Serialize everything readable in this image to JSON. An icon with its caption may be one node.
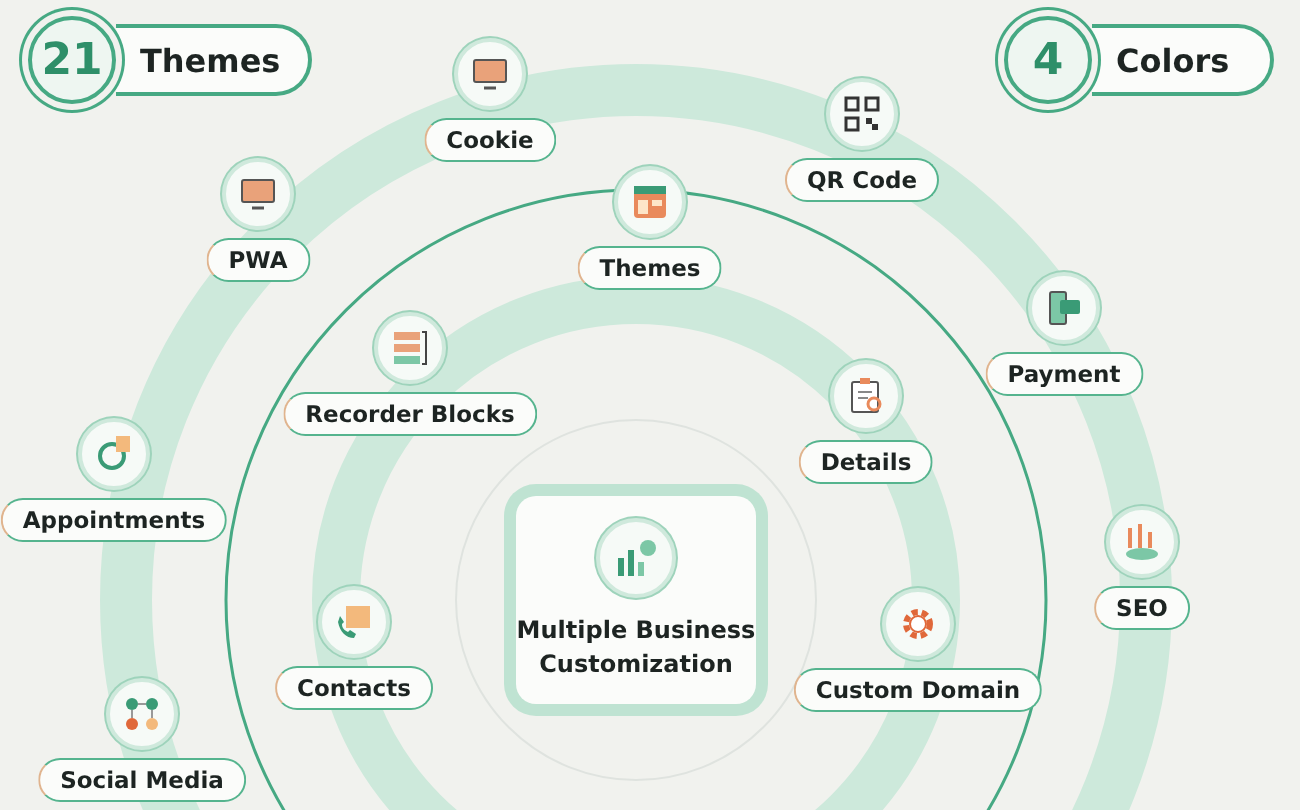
{
  "diagram": {
    "nodes": [
      {
        "text": [
          "21",
          "Themes"
        ]
      },
      {
        "text": [
          "4",
          "Colors"
        ]
      },
      {
        "text": [
          "Cookie"
        ]
      },
      {
        "text": [
          "QR Code"
        ]
      },
      {
        "text": [
          "PWA"
        ]
      },
      {
        "text": [
          "Themes"
        ]
      },
      {
        "text": [
          "Payment"
        ]
      },
      {
        "text": [
          "Recorder Blocks"
        ]
      },
      {
        "text": [
          "Details"
        ]
      },
      {
        "text": [
          "Appointments"
        ]
      },
      {
        "text": [
          "Multiple Business Customization"
        ]
      },
      {
        "text": [
          "SEO"
        ]
      },
      {
        "text": [
          "Contacts"
        ]
      },
      {
        "text": [
          "Custom Domain"
        ]
      },
      {
        "text": [
          "Social Media"
        ]
      }
    ],
    "edges": []
  }
}
